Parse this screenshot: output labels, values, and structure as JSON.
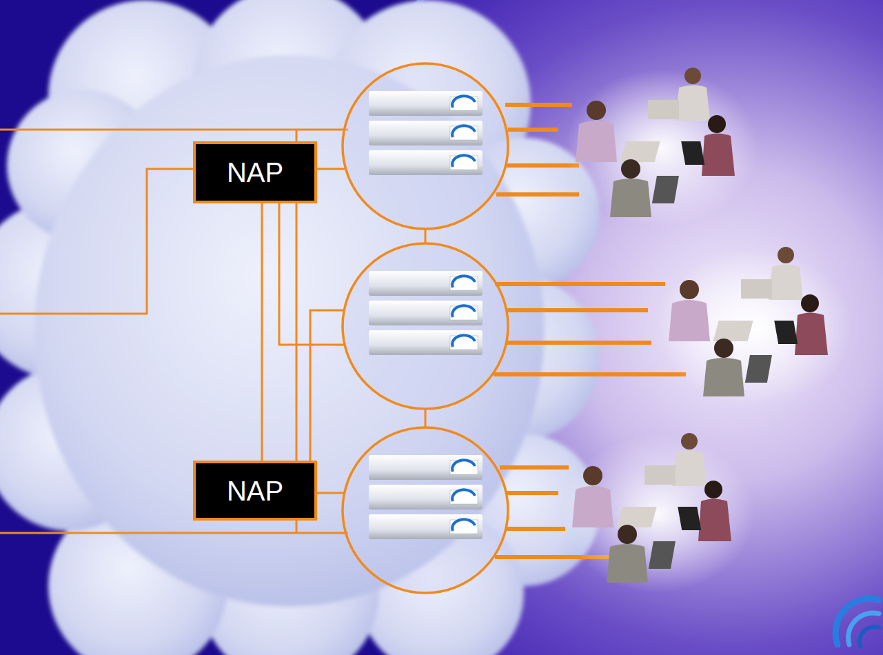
{
  "diagram": {
    "nodes": [
      {
        "text": [
          "NAP"
        ]
      },
      {
        "text": [
          "NAP"
        ]
      }
    ],
    "edges": [
      {
        "from": 0,
        "to": 1,
        "arrow": "none"
      },
      {
        "from": 0,
        "to": 1,
        "arrow": "none"
      }
    ]
  }
}
